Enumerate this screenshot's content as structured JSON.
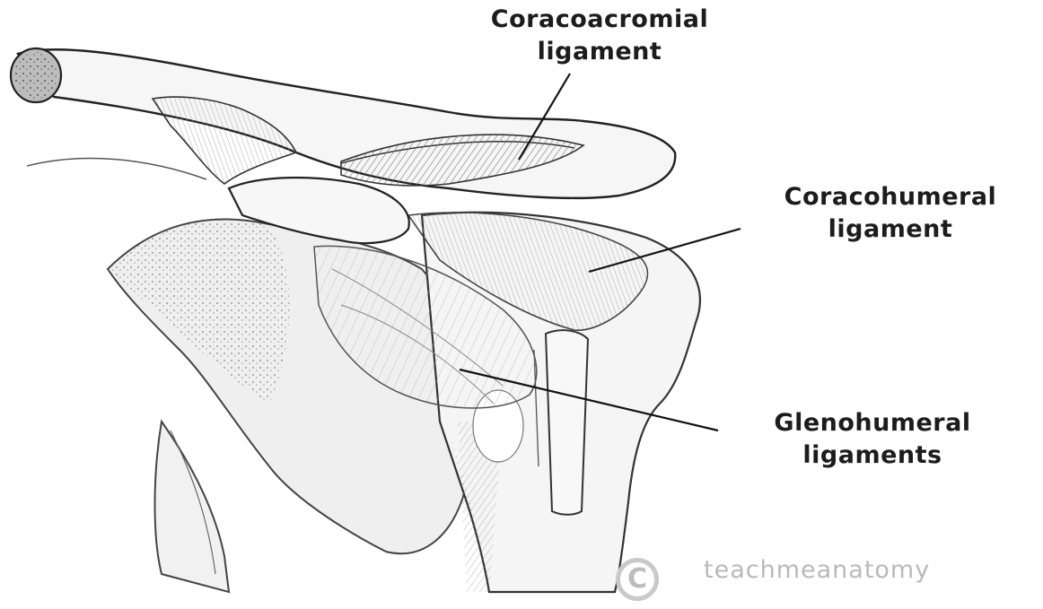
{
  "labels": {
    "coracoacromial": {
      "line1": "Coracoacromial",
      "line2": "ligament"
    },
    "coracohumeral": {
      "line1": "Coracohumeral",
      "line2": "ligament"
    },
    "glenohumeral": {
      "line1": "Glenohumeral",
      "line2": "ligaments"
    }
  },
  "watermark": {
    "icon": "copyright-icon",
    "text": "teachmeanatomy"
  },
  "colors": {
    "ink": "#1c1c1c",
    "bone_fill": "#f4f4f4",
    "shade": "#8a8a8a",
    "watermark": "#bcbcbc"
  }
}
